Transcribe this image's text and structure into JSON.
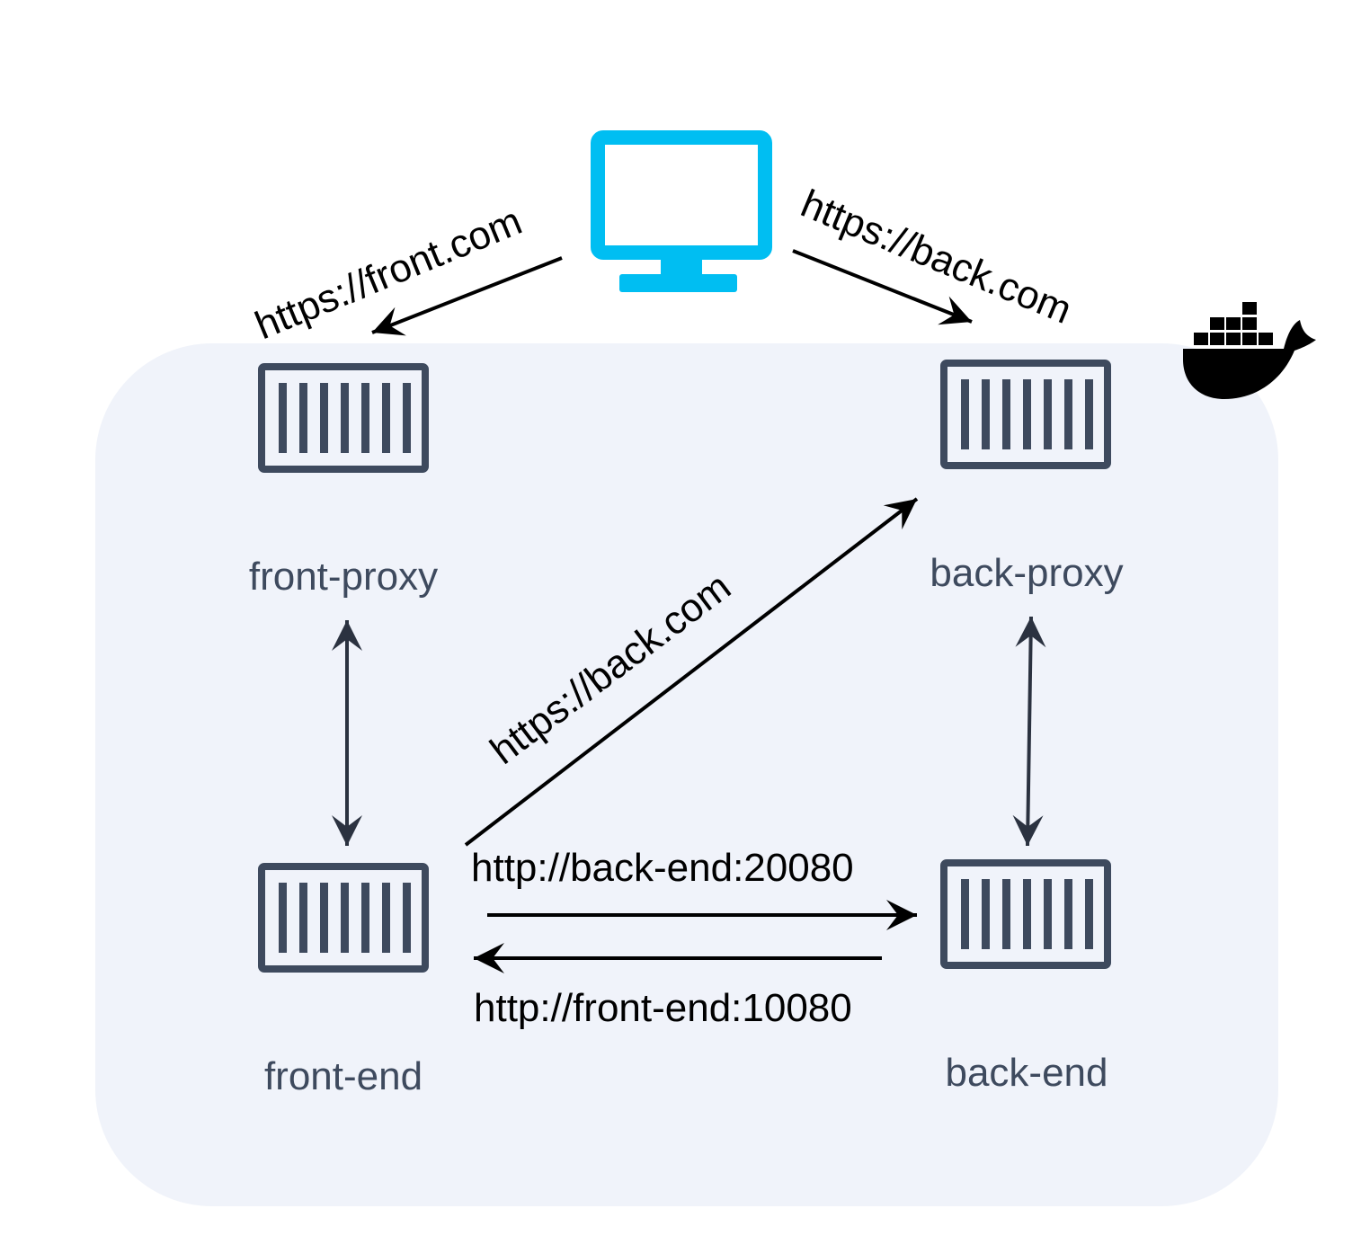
{
  "colors": {
    "group_fill": "#f0f3fa",
    "container_stroke": "#3e4a5e",
    "monitor": "#00bef2",
    "arrow": "#000000",
    "arrow_dark": "#2b3240",
    "docker": "#000000"
  },
  "icons": {
    "client": "monitor-icon",
    "container": "container-icon",
    "environment": "docker-whale-icon"
  },
  "nodes": {
    "front_proxy": "front-proxy",
    "back_proxy": "back-proxy",
    "front_end": "front-end",
    "back_end": "back-end"
  },
  "edges": {
    "client_to_front_proxy": "https://front.com",
    "client_to_back_proxy": "https://back.com",
    "front_end_to_back_proxy": "https://back.com",
    "front_end_to_back_end": "http://back-end:20080",
    "back_end_to_front_end": "http://front-end:10080"
  }
}
